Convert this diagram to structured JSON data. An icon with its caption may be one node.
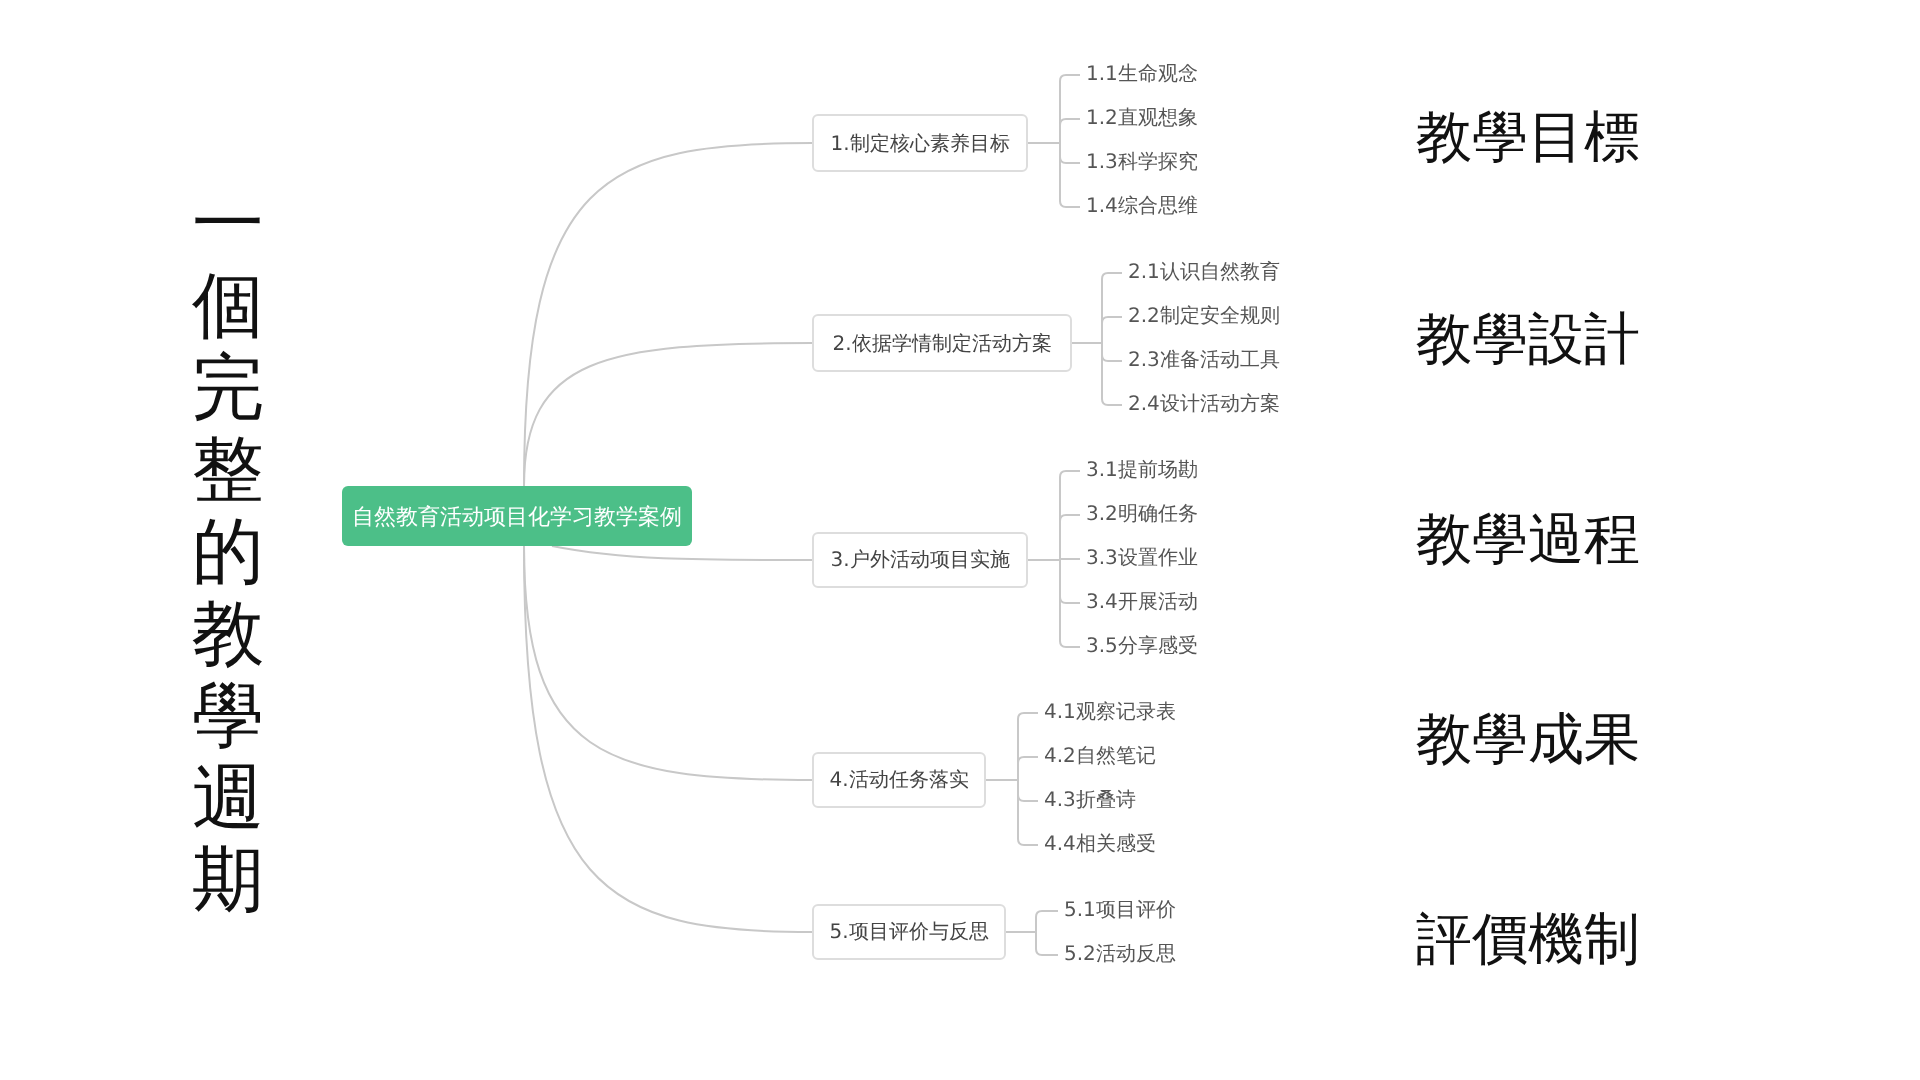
{
  "diagram": {
    "title": "一個完整的教學週期",
    "nodes": [
      {
        "text": [
          "自然教育活动项目化学习教学案例"
        ]
      },
      {
        "text": [
          "1.制定核心素养目标"
        ]
      },
      {
        "text": [
          "1.1生命观念"
        ]
      },
      {
        "text": [
          "1.2直观想象"
        ]
      },
      {
        "text": [
          "1.3科学探究"
        ]
      },
      {
        "text": [
          "1.4综合思维"
        ]
      },
      {
        "text": [
          "2.依据学情制定活动方案"
        ]
      },
      {
        "text": [
          "2.1认识自然教育"
        ]
      },
      {
        "text": [
          "2.2制定安全规则"
        ]
      },
      {
        "text": [
          "2.3准备活动工具"
        ]
      },
      {
        "text": [
          "2.4设计活动方案"
        ]
      },
      {
        "text": [
          "3.户外活动项目实施"
        ]
      },
      {
        "text": [
          "3.1提前场勘"
        ]
      },
      {
        "text": [
          "3.2明确任务"
        ]
      },
      {
        "text": [
          "3.3设置作业"
        ]
      },
      {
        "text": [
          "3.4开展活动"
        ]
      },
      {
        "text": [
          "3.5分享感受"
        ]
      },
      {
        "text": [
          "4.活动任务落实"
        ]
      },
      {
        "text": [
          "4.1观察记录表"
        ]
      },
      {
        "text": [
          "4.2自然笔记"
        ]
      },
      {
        "text": [
          "4.3折叠诗"
        ]
      },
      {
        "text": [
          "4.4相关感受"
        ]
      },
      {
        "text": [
          "5.项目评价与反思"
        ]
      },
      {
        "text": [
          "5.1项目评价"
        ]
      },
      {
        "text": [
          "5.2活动反思"
        ]
      }
    ],
    "edges": [
      {
        "from": 0,
        "to": 1,
        "arrow": "none"
      },
      {
        "from": 1,
        "to": 2,
        "arrow": "none"
      },
      {
        "from": 1,
        "to": 3,
        "arrow": "none"
      },
      {
        "from": 1,
        "to": 4,
        "arrow": "none"
      },
      {
        "from": 1,
        "to": 5,
        "arrow": "none"
      },
      {
        "from": 0,
        "to": 6,
        "arrow": "none"
      },
      {
        "from": 6,
        "to": 7,
        "arrow": "none"
      },
      {
        "from": 6,
        "to": 8,
        "arrow": "none"
      },
      {
        "from": 6,
        "to": 9,
        "arrow": "none"
      },
      {
        "from": 6,
        "to": 10,
        "arrow": "none"
      },
      {
        "from": 0,
        "to": 11,
        "arrow": "none"
      },
      {
        "from": 11,
        "to": 12,
        "arrow": "none"
      },
      {
        "from": 11,
        "to": 13,
        "arrow": "none"
      },
      {
        "from": 11,
        "to": 14,
        "arrow": "none"
      },
      {
        "from": 11,
        "to": 15,
        "arrow": "none"
      },
      {
        "from": 11,
        "to": 16,
        "arrow": "none"
      },
      {
        "from": 0,
        "to": 17,
        "arrow": "none"
      },
      {
        "from": 17,
        "to": 18,
        "arrow": "none"
      },
      {
        "from": 17,
        "to": 19,
        "arrow": "none"
      },
      {
        "from": 17,
        "to": 20,
        "arrow": "none"
      },
      {
        "from": 17,
        "to": 21,
        "arrow": "none"
      },
      {
        "from": 0,
        "to": 22,
        "arrow": "none"
      },
      {
        "from": 22,
        "to": 23,
        "arrow": "none"
      },
      {
        "from": 22,
        "to": 24,
        "arrow": "none"
      }
    ],
    "labels": [
      "教學目標",
      "教學設計",
      "教學過程",
      "教學成果",
      "評價機制"
    ]
  }
}
